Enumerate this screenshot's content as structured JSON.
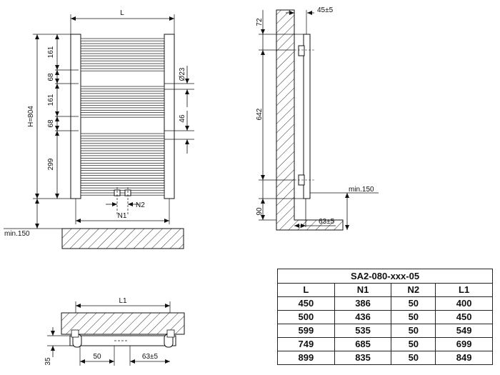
{
  "front_view": {
    "width_label": "L",
    "height_label": "H=804",
    "segments": [
      "161",
      "68",
      "161",
      "68",
      "299"
    ],
    "pipe_diameter": "Ø23",
    "side_pipe_spacing": "46",
    "connection_spacing": "N2",
    "connection_center_width": "N1",
    "floor_clearance": "min.150"
  },
  "side_view": {
    "wall_offset": "45±5",
    "top_offset": "72",
    "bracket_spacing": "642",
    "bottom_offset": "90",
    "floor_clearance": "min.150",
    "valve_offset": "63±5"
  },
  "top_view": {
    "bracket_width_label": "L1",
    "depth": "35",
    "valve_spacing": "50",
    "valve_offset": "63±5"
  },
  "spec_table": {
    "title": "SA2-080-xxx-05",
    "headers": [
      "L",
      "N1",
      "N2",
      "L1"
    ],
    "rows": [
      [
        "450",
        "386",
        "50",
        "400"
      ],
      [
        "500",
        "436",
        "50",
        "450"
      ],
      [
        "599",
        "535",
        "50",
        "549"
      ],
      [
        "749",
        "685",
        "50",
        "699"
      ],
      [
        "899",
        "835",
        "50",
        "849"
      ]
    ]
  }
}
